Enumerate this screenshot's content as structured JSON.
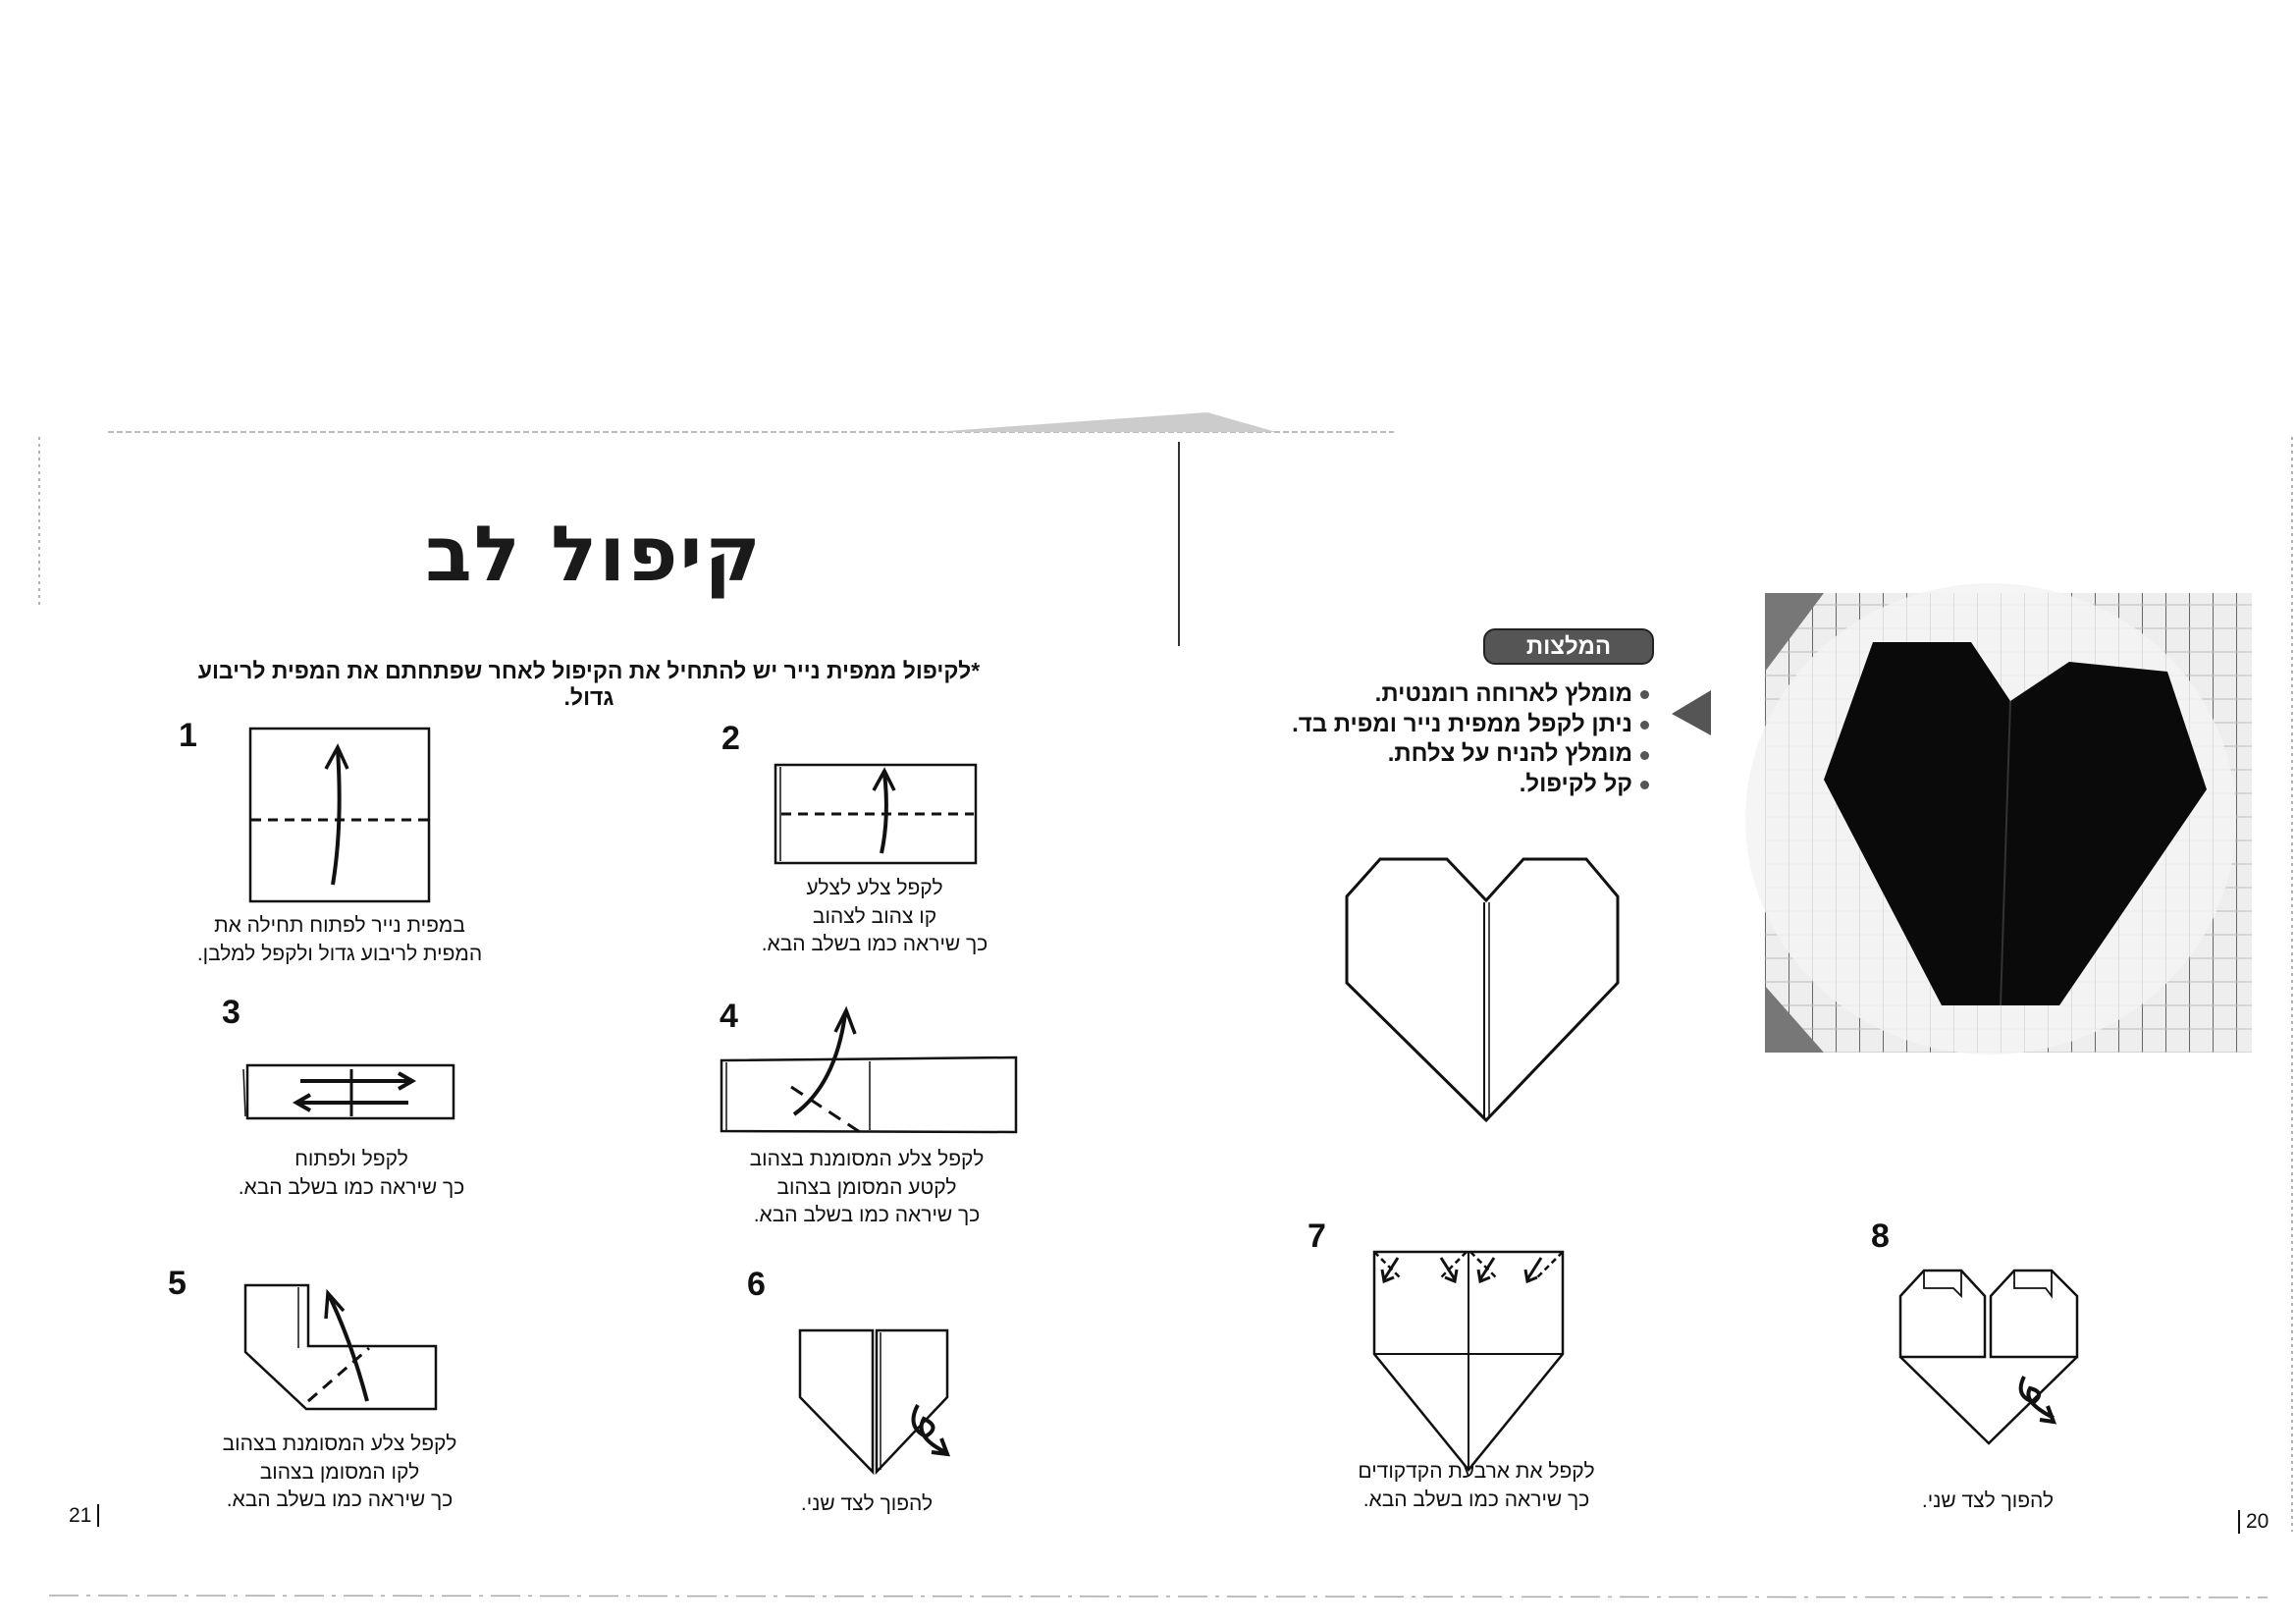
{
  "title": "קיפול לב",
  "note": "*לקיפול ממפית נייר יש להתחיל את הקיפול לאחר שפתחתם את המפית לריבוע גדול.",
  "steps": [
    {
      "number": "1",
      "caption": [
        "במפית נייר לפתוח תחילה את",
        "המפית לריבוע גדול ולקפל למלבן."
      ]
    },
    {
      "number": "2",
      "caption": [
        "לקפל צלע לצלע",
        "קו צהוב לצהוב",
        "כך שיראה כמו בשלב הבא."
      ]
    },
    {
      "number": "3",
      "caption": [
        "לקפל ולפתוח",
        "כך שיראה כמו בשלב הבא."
      ]
    },
    {
      "number": "4",
      "caption": [
        "לקפל צלע המסומנת בצהוב",
        "לקטע המסומן בצהוב",
        "כך שיראה כמו בשלב הבא."
      ]
    },
    {
      "number": "5",
      "caption": [
        "לקפל צלע המסומנת בצהוב",
        "לקו המסומן בצהוב",
        "כך שיראה כמו בשלב הבא."
      ]
    },
    {
      "number": "6",
      "caption": [
        "להפוך לצד שני."
      ]
    },
    {
      "number": "7",
      "caption": [
        "לקפל את ארבעת הקדקודים",
        "כך שיראה כמו בשלב הבא."
      ]
    },
    {
      "number": "8",
      "caption": [
        "להפוך לצד שני."
      ]
    }
  ],
  "recommendations": {
    "title": "המלצות",
    "items": [
      "מומלץ לארוחה רומנטית.",
      "ניתן לקפל ממפית נייר ומפית בד.",
      "מומלץ להניח על צלחת.",
      "קל לקיפול."
    ]
  },
  "page_numbers": {
    "left": "21",
    "right": "20"
  }
}
